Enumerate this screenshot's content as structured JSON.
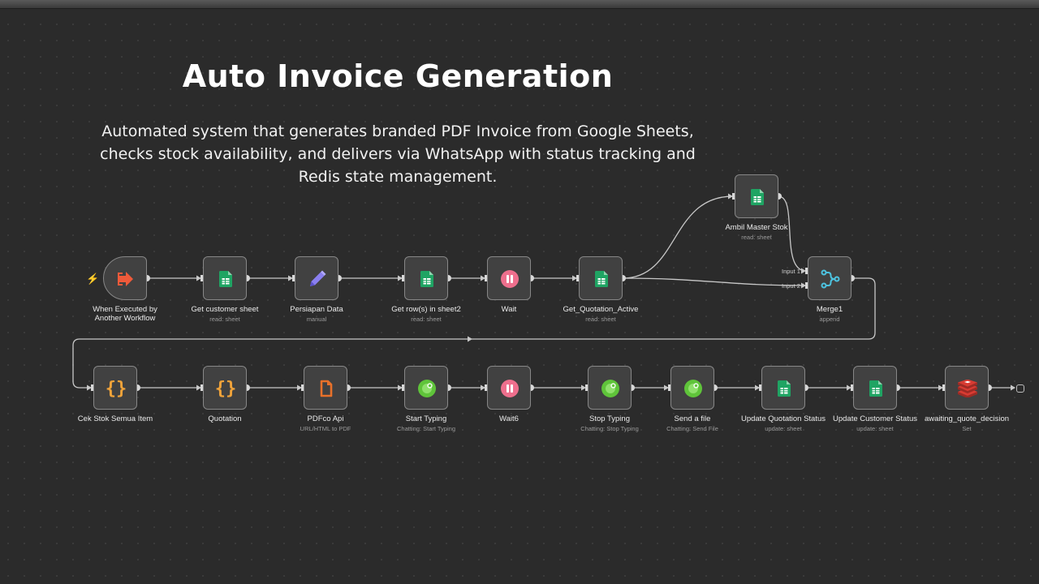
{
  "header": {
    "title": "Auto Invoice Generation",
    "description": "Automated system that generates branded PDF Invoice from Google Sheets, checks stock availability, and delivers via WhatsApp with status tracking and Redis state management."
  },
  "colors": {
    "background": "#2b2b2b",
    "node_fill": "#414141",
    "node_border": "#878787",
    "edge": "#c8c8c8",
    "sheets_green": "#1fa463",
    "set_purple": "#8a7ff0",
    "wait_pink": "#ee6f8d",
    "code_orange": "#f0a33a",
    "pdf_orange": "#e8712a",
    "whatsapp_green": "#5fc43a",
    "merge_cyan": "#4dc3e0",
    "redis_red": "#d83b32",
    "trigger_red": "#ef5a3a"
  },
  "nodes": [
    {
      "id": "trigger",
      "label": "When Executed by Another Workflow",
      "sub": "",
      "icon": "execute-workflow-trigger-icon"
    },
    {
      "id": "get-customer",
      "label": "Get customer sheet",
      "sub": "read: sheet",
      "icon": "google-sheets-icon"
    },
    {
      "id": "persiapan",
      "label": "Persiapan Data",
      "sub": "manual",
      "icon": "pencil-icon"
    },
    {
      "id": "get-rows",
      "label": "Get row(s) in sheet2",
      "sub": "read: sheet",
      "icon": "google-sheets-icon"
    },
    {
      "id": "wait",
      "label": "Wait",
      "sub": "",
      "icon": "pause-icon"
    },
    {
      "id": "get-quotation",
      "label": "Get_Quotation_Active",
      "sub": "read: sheet",
      "icon": "google-sheets-icon"
    },
    {
      "id": "ambil-master",
      "label": "Ambil Master Stok",
      "sub": "read: sheet",
      "icon": "google-sheets-icon"
    },
    {
      "id": "merge1",
      "label": "Merge1",
      "sub": "append",
      "icon": "merge-icon"
    },
    {
      "id": "cek-stok",
      "label": "Cek Stok Semua Item",
      "sub": "",
      "icon": "code-braces-icon"
    },
    {
      "id": "quotation",
      "label": "Quotation",
      "sub": "",
      "icon": "code-braces-icon"
    },
    {
      "id": "pdfco",
      "label": "PDFco Api",
      "sub": "URL/HTML to PDF",
      "icon": "pdfco-icon"
    },
    {
      "id": "start-typing",
      "label": "Start Typing",
      "sub": "Chatting: Start Typing",
      "icon": "whatsapp-icon"
    },
    {
      "id": "wait6",
      "label": "Wait6",
      "sub": "",
      "icon": "pause-icon"
    },
    {
      "id": "stop-typing",
      "label": "Stop Typing",
      "sub": "Chatting: Stop Typing",
      "icon": "whatsapp-icon"
    },
    {
      "id": "send-file",
      "label": "Send a file",
      "sub": "Chatting: Send File",
      "icon": "whatsapp-icon"
    },
    {
      "id": "update-quotation",
      "label": "Update Quotation Status",
      "sub": "update: sheet",
      "icon": "google-sheets-icon"
    },
    {
      "id": "update-customer",
      "label": "Update Customer Status",
      "sub": "update: sheet",
      "icon": "google-sheets-icon"
    },
    {
      "id": "awaiting",
      "label": "awaiting_quote_decision",
      "sub": "Set",
      "icon": "redis-icon"
    }
  ],
  "merge_inputs": [
    "Input 1",
    "Input 2"
  ]
}
